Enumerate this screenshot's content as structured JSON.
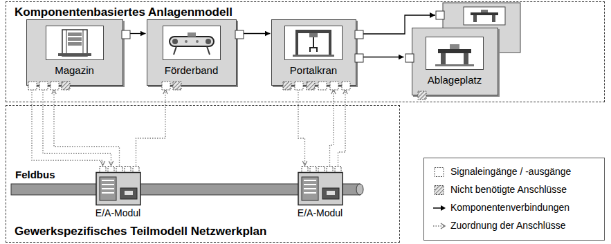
{
  "diagram": {
    "nodes": [
      {
        "text": [
          "Komponentenbasiertes Anlagenmodell"
        ]
      },
      {
        "text": [
          "Magazin"
        ],
        "in": 0
      },
      {
        "text": [
          "Förderband"
        ],
        "in": 0
      },
      {
        "text": [
          "Portalkran"
        ],
        "in": 0
      },
      {
        "text": [
          "Ablageplatz"
        ],
        "in": 0
      },
      {
        "text": [
          "Gewerkspezifisches Teilmodell Netzwerkplan"
        ]
      },
      {
        "text": [
          "E/A-Modul"
        ],
        "in": 5
      },
      {
        "text": [
          "E/A-Modul"
        ],
        "in": 5
      }
    ],
    "edges": [
      {
        "from": 1,
        "to": 2,
        "arrow": "to"
      },
      {
        "from": 2,
        "to": 3,
        "arrow": "to"
      },
      {
        "from": 3,
        "to": 4,
        "arrow": "to"
      },
      {
        "from": 1,
        "to": 6,
        "arrow": "to"
      },
      {
        "from": 1,
        "to": 6,
        "arrow": "to"
      },
      {
        "from": 6,
        "to": 1,
        "arrow": "to"
      },
      {
        "from": 6,
        "to": 2,
        "arrow": "to"
      },
      {
        "from": 3,
        "to": 7,
        "arrow": "to"
      },
      {
        "from": 7,
        "to": 3,
        "arrow": "to"
      },
      {
        "from": 7,
        "to": 3,
        "arrow": "to"
      }
    ],
    "labels": [
      "Feldbus"
    ],
    "legend": [
      {
        "text": "Signaleingänge / -ausgänge"
      },
      {
        "text": "Nicht benötigte Anschlüsse"
      },
      {
        "text": "Komponentenverbindungen"
      },
      {
        "text": "Zuordnung der Anschlüsse"
      }
    ]
  }
}
